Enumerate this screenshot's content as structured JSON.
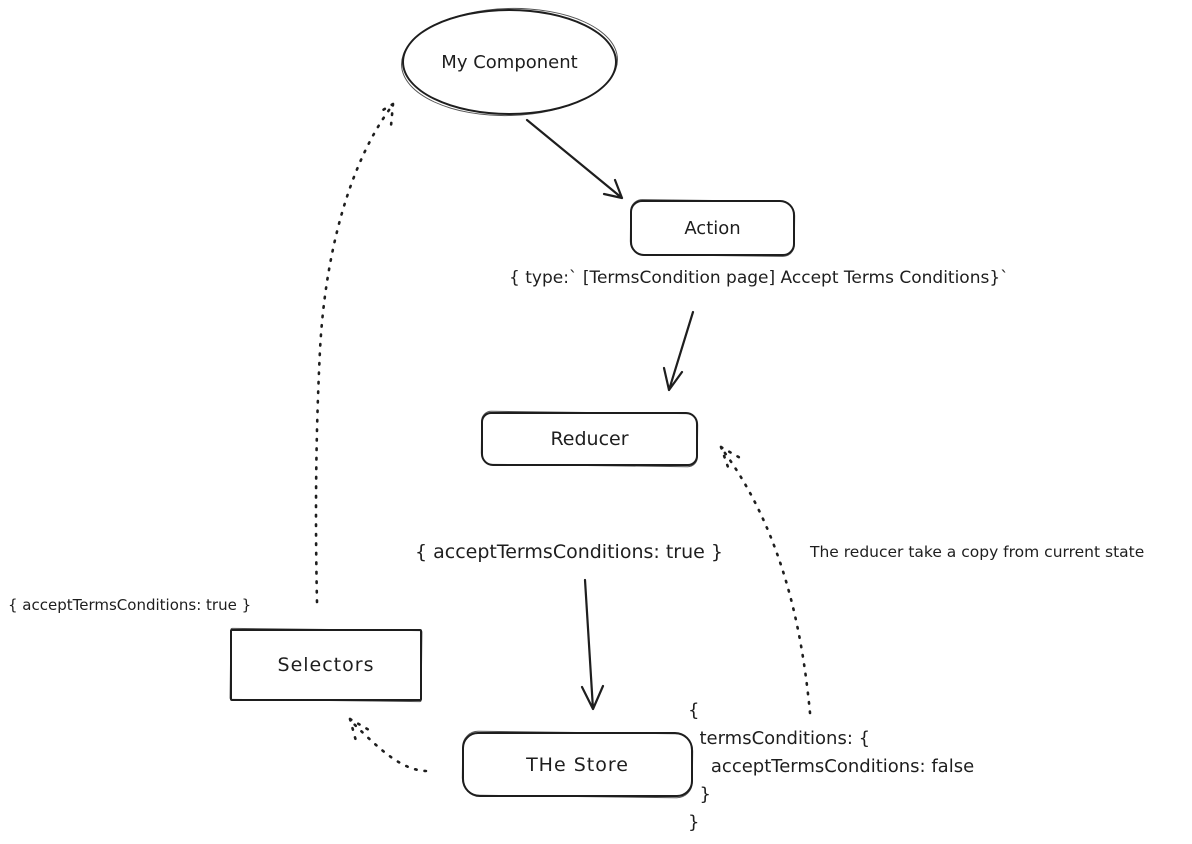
{
  "canvas": {
    "background": "#ffffff",
    "ink": "#1e1e1e",
    "style": "hand-drawn whiteboard (excalidraw-like)"
  },
  "nodes": {
    "component": {
      "label": "My Component",
      "shape": "ellipse"
    },
    "action": {
      "label": "Action",
      "shape": "rounded-rectangle"
    },
    "reducer": {
      "label": "Reducer",
      "shape": "rounded-rectangle"
    },
    "store": {
      "label": "THe Store",
      "shape": "rounded-rectangle"
    },
    "selectors": {
      "label": "Selectors",
      "shape": "rectangle"
    }
  },
  "labels": {
    "action_payload": "{ type:` [TermsCondition page] Accept Terms Conditions}`",
    "dispatched_state": "{ acceptTermsConditions: true }",
    "reducer_note": "The reducer take a copy from current state",
    "selected_state": "{ acceptTermsConditions: true }",
    "store_state": "{\n  termsConditions: {\n    acceptTermsConditions: false\n  }\n}"
  },
  "edges": [
    {
      "id": "component-to-action",
      "from": "component",
      "to": "action",
      "style": "solid-arrow"
    },
    {
      "id": "action-to-reducer",
      "from": "action",
      "to": "reducer",
      "style": "solid-arrow"
    },
    {
      "id": "dispatched-state-to-store",
      "from": "dispatched_state",
      "to": "store",
      "style": "solid-arrow"
    },
    {
      "id": "store-to-reducer",
      "from": "store",
      "to": "reducer",
      "style": "dotted-arrow"
    },
    {
      "id": "store-to-selectors",
      "from": "store",
      "to": "selectors",
      "style": "dotted-arrow"
    },
    {
      "id": "selectors-to-component",
      "from": "selectors",
      "to": "component",
      "style": "dotted-arrow"
    }
  ]
}
